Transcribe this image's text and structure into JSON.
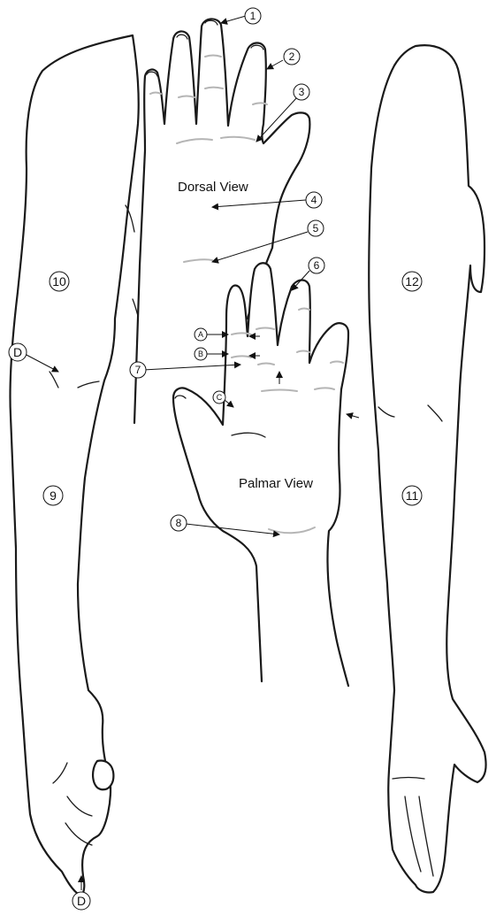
{
  "views": {
    "dorsal": "Dorsal View",
    "palmar": "Palmar View"
  },
  "markers": {
    "m1": "1",
    "m2": "2",
    "m3": "3",
    "m4": "4",
    "m5": "5",
    "m6": "6",
    "m7": "7",
    "m8": "8",
    "m9": "9",
    "m10": "10",
    "m11": "11",
    "m12": "12",
    "mA": "A",
    "mB": "B",
    "mC": "C",
    "mD1": "D",
    "mD2": "D"
  },
  "colors": {
    "ink": "#1a1a1a",
    "crease": "#b5b5b5",
    "background": "#ffffff"
  }
}
